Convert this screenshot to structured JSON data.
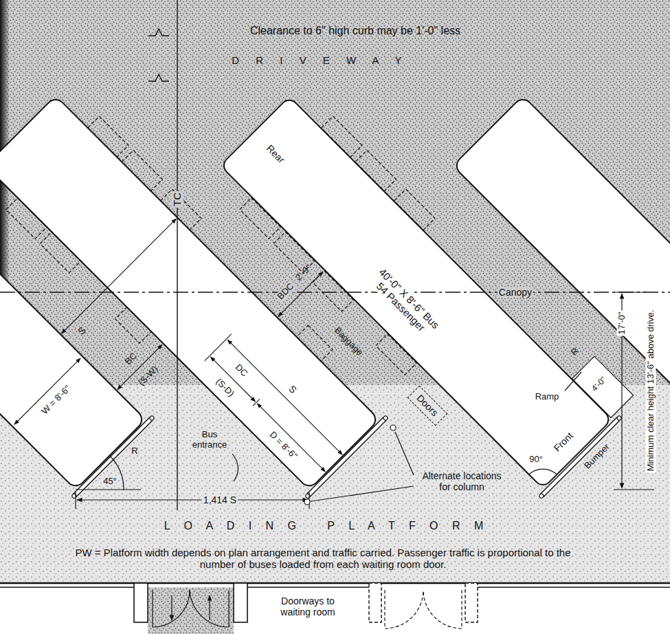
{
  "diagram": {
    "nodes": [
      {
        "text": [
          "Rear",
          "40'-0\" X 8'-6\" Bus 54 Passenger",
          "Front"
        ]
      },
      {
        "text": [
          "Doors"
        ]
      }
    ],
    "labels": [
      "Clearance to 6\" high curb may be 1'-0\" less",
      "D R I V E W A Y",
      "TC",
      "BDC",
      "2'-9\"",
      "Baggage",
      "Canopy",
      "17'-0\"",
      "Minimum clear height 13'-6\" above drive.",
      "R",
      "4'-0\"",
      "Ramp",
      "S",
      "BC",
      "(S-W)",
      "DC",
      "(S-D)",
      "S",
      "D = 8'-6\"",
      "W = 8'-6\"",
      "Bus entrance",
      "R",
      "45°",
      "90°",
      "Bumper",
      "Alternate locations for column",
      "1,414 S",
      "L O A D I N G   P L A T F O R M",
      "PW = Platform width depends on plan arrangement and traffic carried. Passenger traffic is proportional to the number of buses loaded from each waiting room door.",
      "Doorways to waiting room"
    ]
  }
}
